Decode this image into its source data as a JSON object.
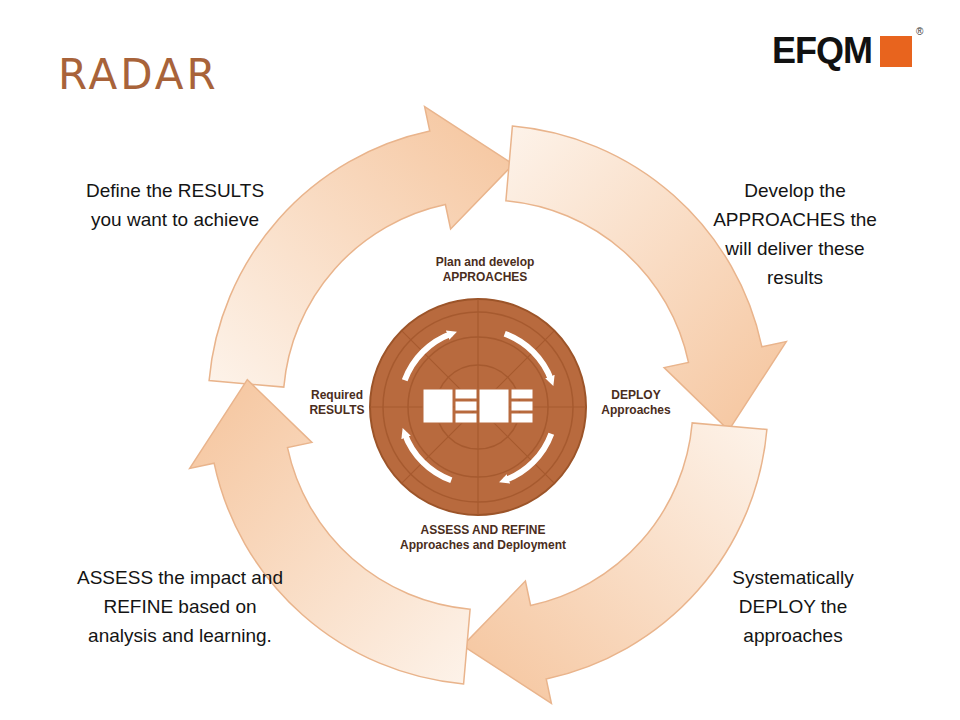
{
  "diagram": {
    "title": "RADAR",
    "labels": [
      "EFQM",
      "®",
      "Define the RESULTS you want to achieve",
      "Develop the APPROACHES the will deliver these results",
      "Systematically DEPLOY the approaches",
      "ASSESS the impact and REFINE based on analysis and learning.",
      "Plan and develop APPROACHES",
      "DEPLOY Approaches",
      "ASSESS AND REFINE Approaches and Deployment",
      "Required RESULTS"
    ]
  }
}
